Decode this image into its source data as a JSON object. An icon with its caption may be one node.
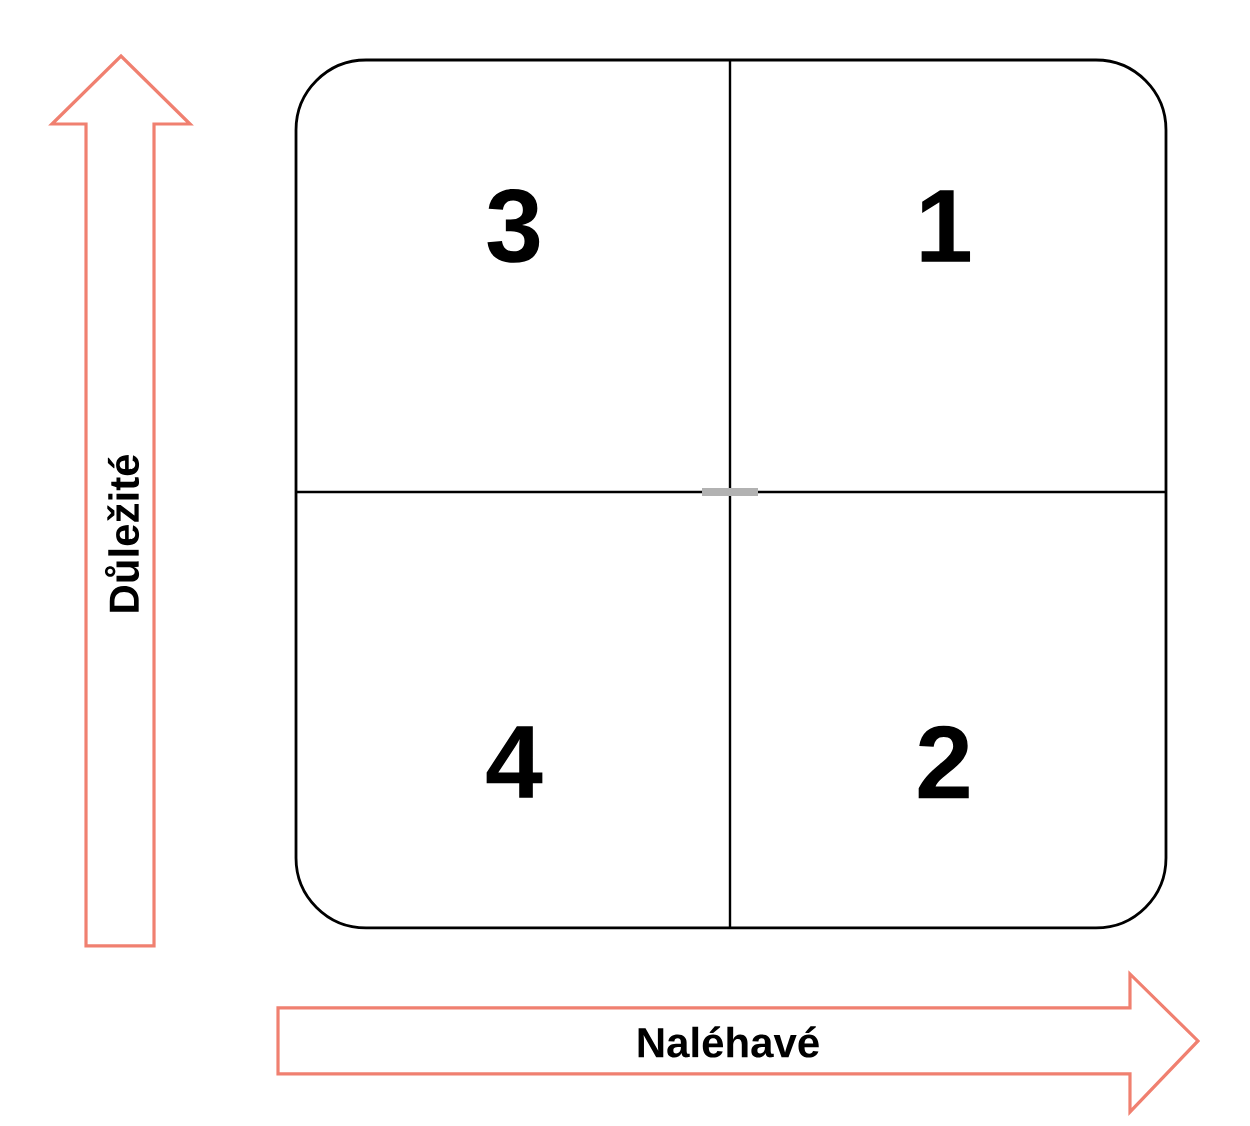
{
  "diagram": {
    "nodes": [
      {
        "text": [],
        "shape": "box"
      },
      {
        "text": [
          "3"
        ],
        "in": 0
      },
      {
        "text": [
          "1"
        ],
        "in": 0
      },
      {
        "text": [
          "4"
        ],
        "in": 0
      },
      {
        "text": [
          "2"
        ],
        "in": 0
      },
      {
        "text": [
          "Důležité"
        ]
      },
      {
        "text": [
          "Naléhavé"
        ]
      }
    ]
  }
}
